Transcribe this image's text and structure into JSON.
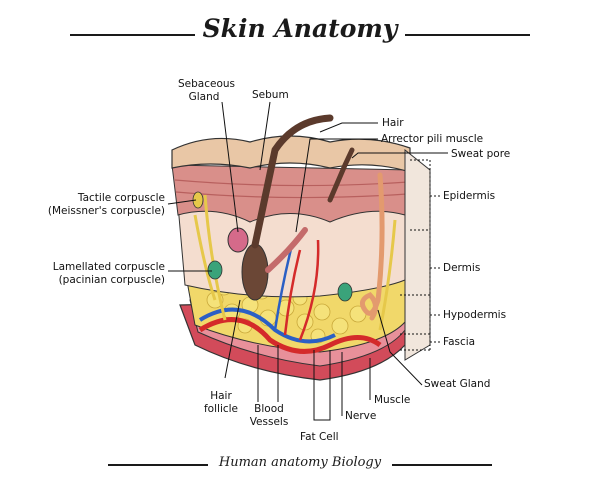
{
  "title": "Skin Anatomy",
  "footer": "Human anatomy Biology",
  "labels": {
    "sebaceous_gland_1": "Sebaceous",
    "sebaceous_gland_2": "Gland",
    "sebum": "Sebum",
    "hair": "Hair",
    "arrector_pili": "Arrector pili muscle",
    "sweat_pore": "Sweat pore",
    "tactile_1": "Tactile corpuscle",
    "tactile_2": "(Meissner's corpuscle)",
    "lamellated_1": "Lamellated corpuscle",
    "lamellated_2": "(pacinian corpuscle)",
    "epidermis": "Epidermis",
    "dermis": "Dermis",
    "hypodermis": "Hypodermis",
    "fascia": "Fascia",
    "sweat_gland": "Sweat Gland",
    "muscle": "Muscle",
    "nerve": "Nerve",
    "fat_cell": "Fat Cell",
    "blood_vessels_1": "Blood",
    "blood_vessels_2": "Vessels",
    "hair_follicle_1": "Hair",
    "hair_follicle_2": "follicle"
  },
  "colors": {
    "epidermis_top": "#e9c7a6",
    "epidermis_layer": "#d98f8a",
    "dermis": "#f4d9c9",
    "fat": "#f1d86a",
    "fascia": "#e0808a",
    "muscle": "#d24b5a",
    "artery": "#d42a2a",
    "vein": "#2b5fc4",
    "nerve": "#e6c84a",
    "hair": "#5b3a2c"
  }
}
